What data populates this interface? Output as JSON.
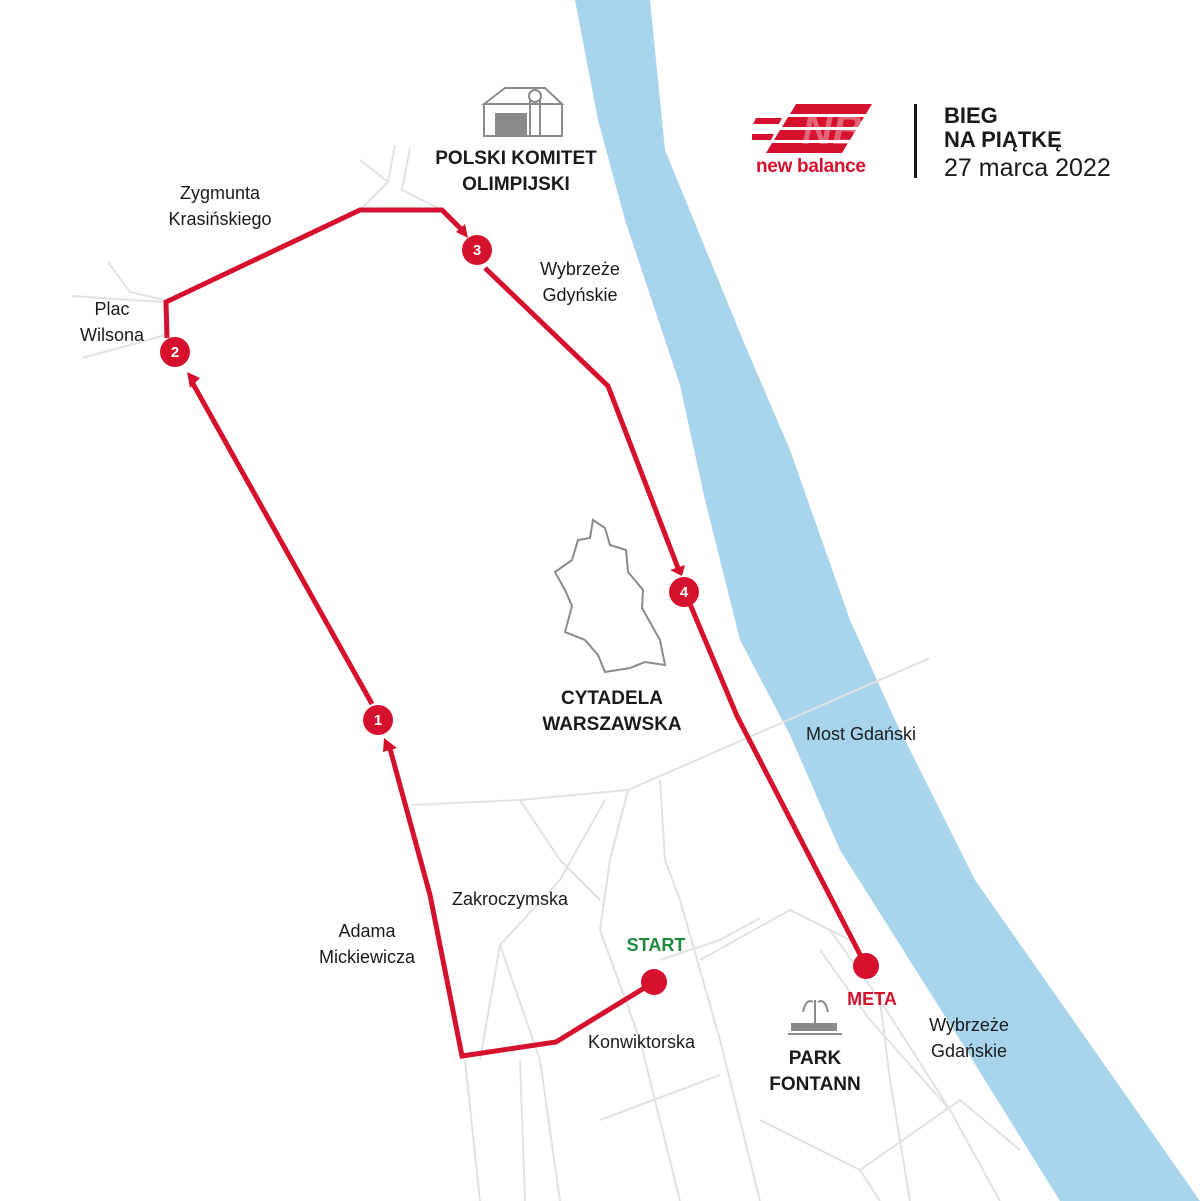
{
  "event": {
    "title_line1": "BIEG",
    "title_line2": "NA PIĄTKĘ",
    "date": "27 marca 2022"
  },
  "brand": {
    "wordmark": "new balance",
    "logo_icon": "nb-logo-icon"
  },
  "markers": {
    "start": "START",
    "finish": "META",
    "checkpoints": [
      "1",
      "2",
      "3",
      "4"
    ]
  },
  "landmarks": {
    "olympic_committee": [
      "POLSKI KOMITET",
      "OLIMPIJSKI"
    ],
    "citadel": [
      "CYTADELA",
      "WARSZAWSKA"
    ],
    "park": [
      "PARK",
      "FONTANN"
    ]
  },
  "streets": {
    "krasinskiego": [
      "Zygmunta",
      "Krasińskiego"
    ],
    "plac_wilsona": [
      "Plac",
      "Wilsona"
    ],
    "wybrzeze_gdynskie": [
      "Wybrzeże",
      "Gdyńskie"
    ],
    "most_gdanski": "Most Gdański",
    "zakroczymska": "Zakroczymska",
    "mickiewicza": [
      "Adama",
      "Mickiewicza"
    ],
    "konwiktorska": "Konwiktorska",
    "wybrzeze_gdanskie": [
      "Wybrzeże",
      "Gdańskie"
    ]
  },
  "colors": {
    "route": "#d5112e",
    "river": "#a8d5ec",
    "streets": "#e2e2e2",
    "start_label": "#1e8a3c",
    "finish_label": "#d5112e",
    "text": "#1a1a1a",
    "icon_gray": "#8a8a8a"
  }
}
